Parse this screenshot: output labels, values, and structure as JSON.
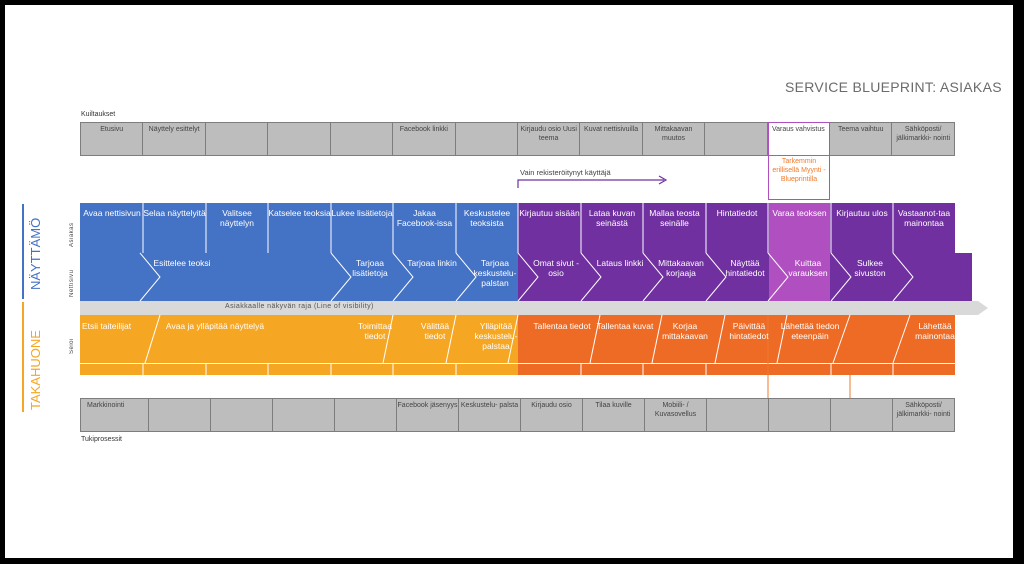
{
  "title": "SERVICE BLUEPRINT: ASIAKAS",
  "labels": {
    "kuiltaukset": "Kuiltaukset",
    "tukiprosessit": "Tukiprosessit",
    "naytamo": "NÄYTTÄMÖ",
    "takahuone": "TAKAHUONE",
    "asiakas": "Asiakas",
    "nettisivu": "Nettisivu",
    "seioi": "Seioi",
    "visibility": "Asiakkaalle näkyvän raja (Line of visibility)",
    "registered_note": "Vain rekisteröitynyt käyttäjä",
    "orange_note": "Tarkemmin erillisellä Myynti - Blueprintilla"
  },
  "top_strip": [
    "Etusivu",
    "Näyttely esittelyt",
    "",
    "",
    "",
    "Facebook linkki",
    "",
    "Kirjaudu osio Uusi teema",
    "Kuvat nettisivuilla",
    "Mittakaavan muutos",
    "",
    "Varaus vahvistus",
    "Teema vaihtuu",
    "Sähköposti/ jälkimarkki- nointi"
  ],
  "bottom_strip": [
    "Markkinointi",
    "",
    "",
    "",
    "",
    "Facebook jäsenyys",
    "Keskustelu- palsta",
    "Kirjaudu osio",
    "Tilaa kuville",
    "Mobiili- / Kuvasovellus",
    "",
    "",
    "",
    "Sähköposti/ jälkimarkki- nointi"
  ],
  "asiakas_row": [
    "Avaa nettisivun",
    "Selaa näyttelyitä",
    "Valitsee näyttelyn",
    "Katselee teoksia",
    "Lukee lisätietoja",
    "Jakaa Facebook-issa",
    "Keskustelee teoksista",
    "Kirjautuu sisään",
    "Lataa kuvan seinästä",
    "Mallaa teosta seinälle",
    "Hintatiedot",
    "Varaa teoksen",
    "Kirjautuu ulos",
    "Vastaanot-taa mainontaa"
  ],
  "nettisivu_row": [
    "Esittelee teoksi",
    "Tarjoaa lisätietoja",
    "Tarjoaa linkin",
    "Tarjoaa keskustelu-palstan",
    "Omat sivut -osio",
    "Lataus linkki",
    "Mittakaavan korjaaja",
    "Näyttää hintatiedot",
    "Kuittaa varauksen",
    "Sulkee sivuston"
  ],
  "seioi_row": [
    "Etsii taiteilijat",
    "Avaa ja ylläpitää näyttelyä",
    "Toimittaa tiedot",
    "Välittää tiedot",
    "Ylläpitää keskustelu-palstaa",
    "Tallentaa tiedot",
    "Tallentaa kuvat",
    "Korjaa mittakaavan",
    "Päivittää hintatiedot",
    "Lähettää tiedon eteenpäin",
    "Lähettää mainontaa"
  ],
  "colors": {
    "blue": "#4472c4",
    "purple": "#7030a0",
    "orange_yellow": "#f5a623",
    "orange": "#ed6b24",
    "grey": "#bdbdbd",
    "pink": "#b050c0"
  }
}
